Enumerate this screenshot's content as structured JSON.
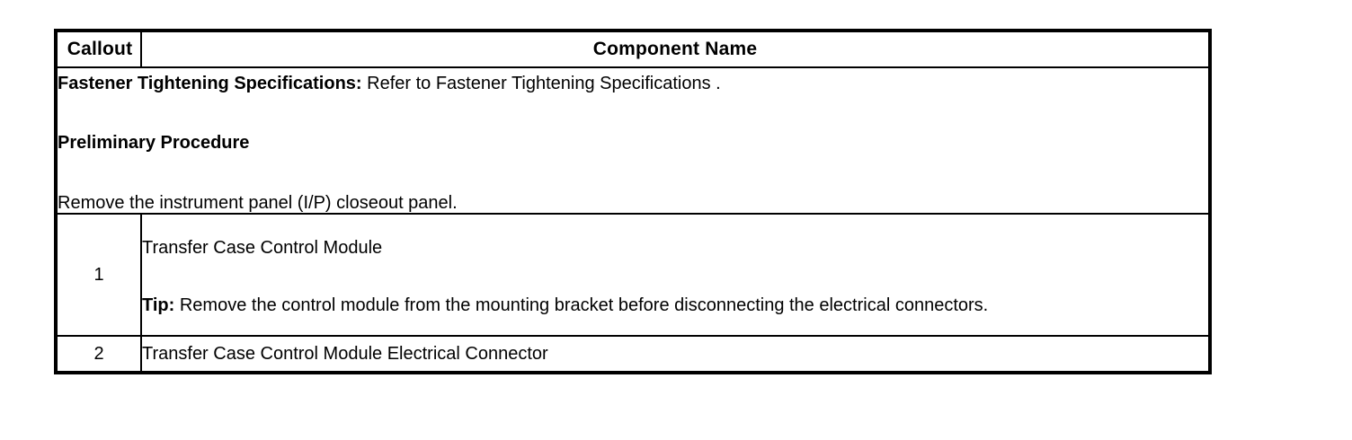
{
  "table": {
    "headers": {
      "callout": "Callout",
      "component_name": "Component Name"
    },
    "spec_row": {
      "line1_bold": "Fastener Tightening Specifications:",
      "line1_rest": " Refer to Fastener Tightening Specifications .",
      "line2_bold": "Preliminary Procedure",
      "line3": "Remove the instrument panel (I/P) closeout panel."
    },
    "rows": [
      {
        "callout": "1",
        "name": "Transfer Case Control Module",
        "tip_label": "Tip:",
        "tip_text": " Remove the control module from the mounting bracket before disconnecting the electrical connectors."
      },
      {
        "callout": "2",
        "name": "Transfer Case Control Module Electrical Connector"
      }
    ]
  },
  "colors": {
    "border": "#000000",
    "text": "#000000",
    "background": "#ffffff"
  }
}
